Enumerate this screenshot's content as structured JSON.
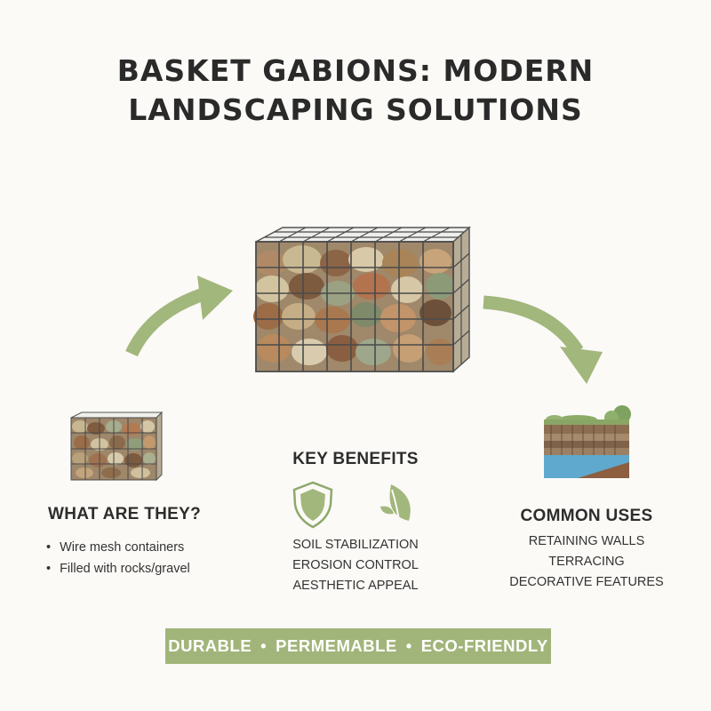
{
  "title": {
    "line1": "BASKET GABIONS: MODERN",
    "line2": "LANDSCAPING SOLUTIONS"
  },
  "what_are_they": {
    "heading": "WHAT ARE THEY?",
    "bullets": [
      "Wire mesh containers",
      "Filled with rocks/gravel"
    ]
  },
  "key_benefits": {
    "heading": "KEY BENEFITS",
    "items": [
      "SOIL STABILIZATION",
      "EROSION CONTROL",
      "AESTHETIC APPEAL"
    ],
    "icons": [
      "shield-icon",
      "leaf-icon"
    ]
  },
  "common_uses": {
    "heading": "COMMON USES",
    "items": [
      "RETAINING WALLS",
      "TERRACING",
      "DECORATIVE FEATURES"
    ]
  },
  "banner": {
    "words": [
      "DURABLE",
      "PERMEMABLE",
      "ECO-FRIENDLY"
    ],
    "separator": "•"
  },
  "colors": {
    "accent_green": "#a1b57a",
    "arrow_green": "#a2b77c",
    "water_blue": "#5fa9cf",
    "text_dark": "#2b2b2b"
  }
}
